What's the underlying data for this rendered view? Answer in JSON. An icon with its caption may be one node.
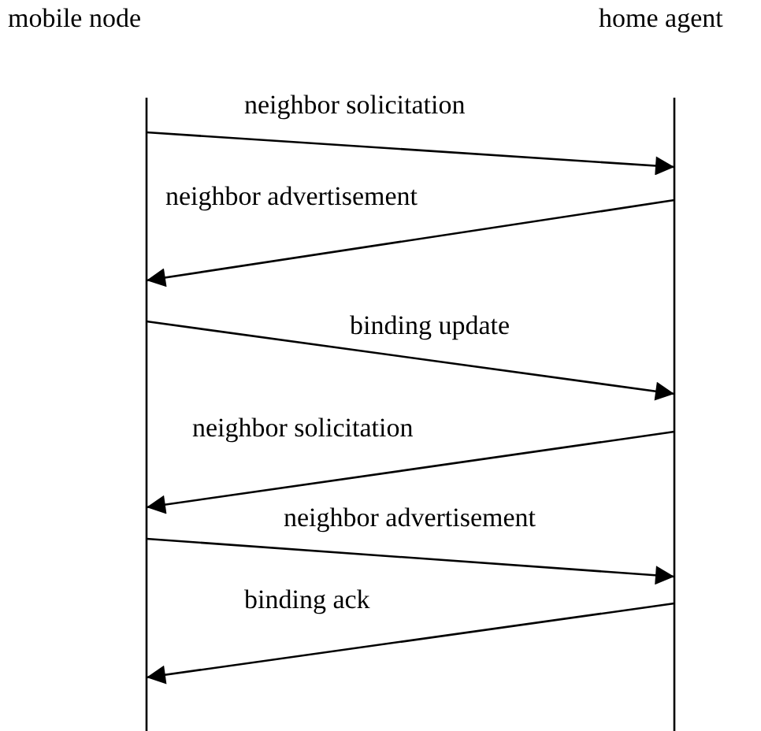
{
  "diagram": {
    "nodes": [
      {
        "text": [
          "mobile node"
        ]
      },
      {
        "text": [
          "home agent"
        ]
      }
    ],
    "edges": [
      {
        "from": 0,
        "to": 1,
        "arrow": "to",
        "label": "neighbor solicitation"
      },
      {
        "from": 1,
        "to": 0,
        "arrow": "to",
        "label": "neighbor advertisement"
      },
      {
        "from": 0,
        "to": 1,
        "arrow": "to",
        "label": "binding update"
      },
      {
        "from": 1,
        "to": 0,
        "arrow": "to",
        "label": "neighbor solicitation"
      },
      {
        "from": 0,
        "to": 1,
        "arrow": "to",
        "label": "neighbor advertisement"
      },
      {
        "from": 1,
        "to": 0,
        "arrow": "to",
        "label": "binding ack"
      }
    ]
  }
}
